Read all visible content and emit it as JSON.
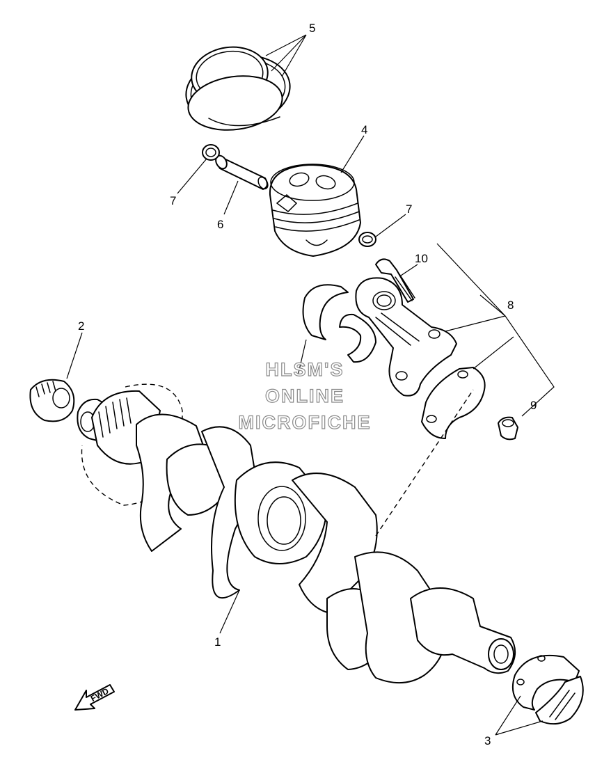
{
  "callouts": {
    "crankshaft": "1",
    "bearing_gear": "2",
    "main_bearings": "3",
    "piston": "4",
    "piston_rings": "5",
    "piston_pin": "6",
    "clip_left": "7",
    "clip_right": "7",
    "connecting_rod": "8",
    "nut": "9",
    "bolt": "10"
  },
  "watermark": {
    "line1": "HLSM'S",
    "line2": "ONLINE",
    "line3": "MICROFICHE",
    "color": "#8a8a8a"
  },
  "direction_marker": {
    "label": "FWD"
  }
}
